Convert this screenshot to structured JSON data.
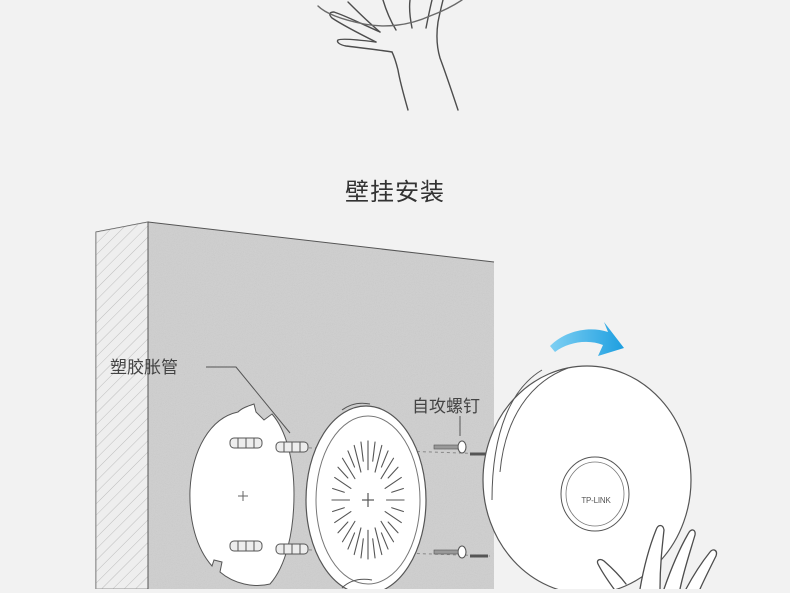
{
  "title": "壁挂安装",
  "callouts": {
    "anchors": "塑胶胀管",
    "screws": "自攻螺钉"
  },
  "device": {
    "brand": "TP-LINK"
  },
  "icons": {
    "rotate": "rotate-arrow-icon",
    "hand": "hand-icon"
  },
  "colors": {
    "background": "#f2f2f2",
    "wall": "#cfcfcf",
    "line": "#555555",
    "arrow_accent": "#1e9fe0"
  }
}
